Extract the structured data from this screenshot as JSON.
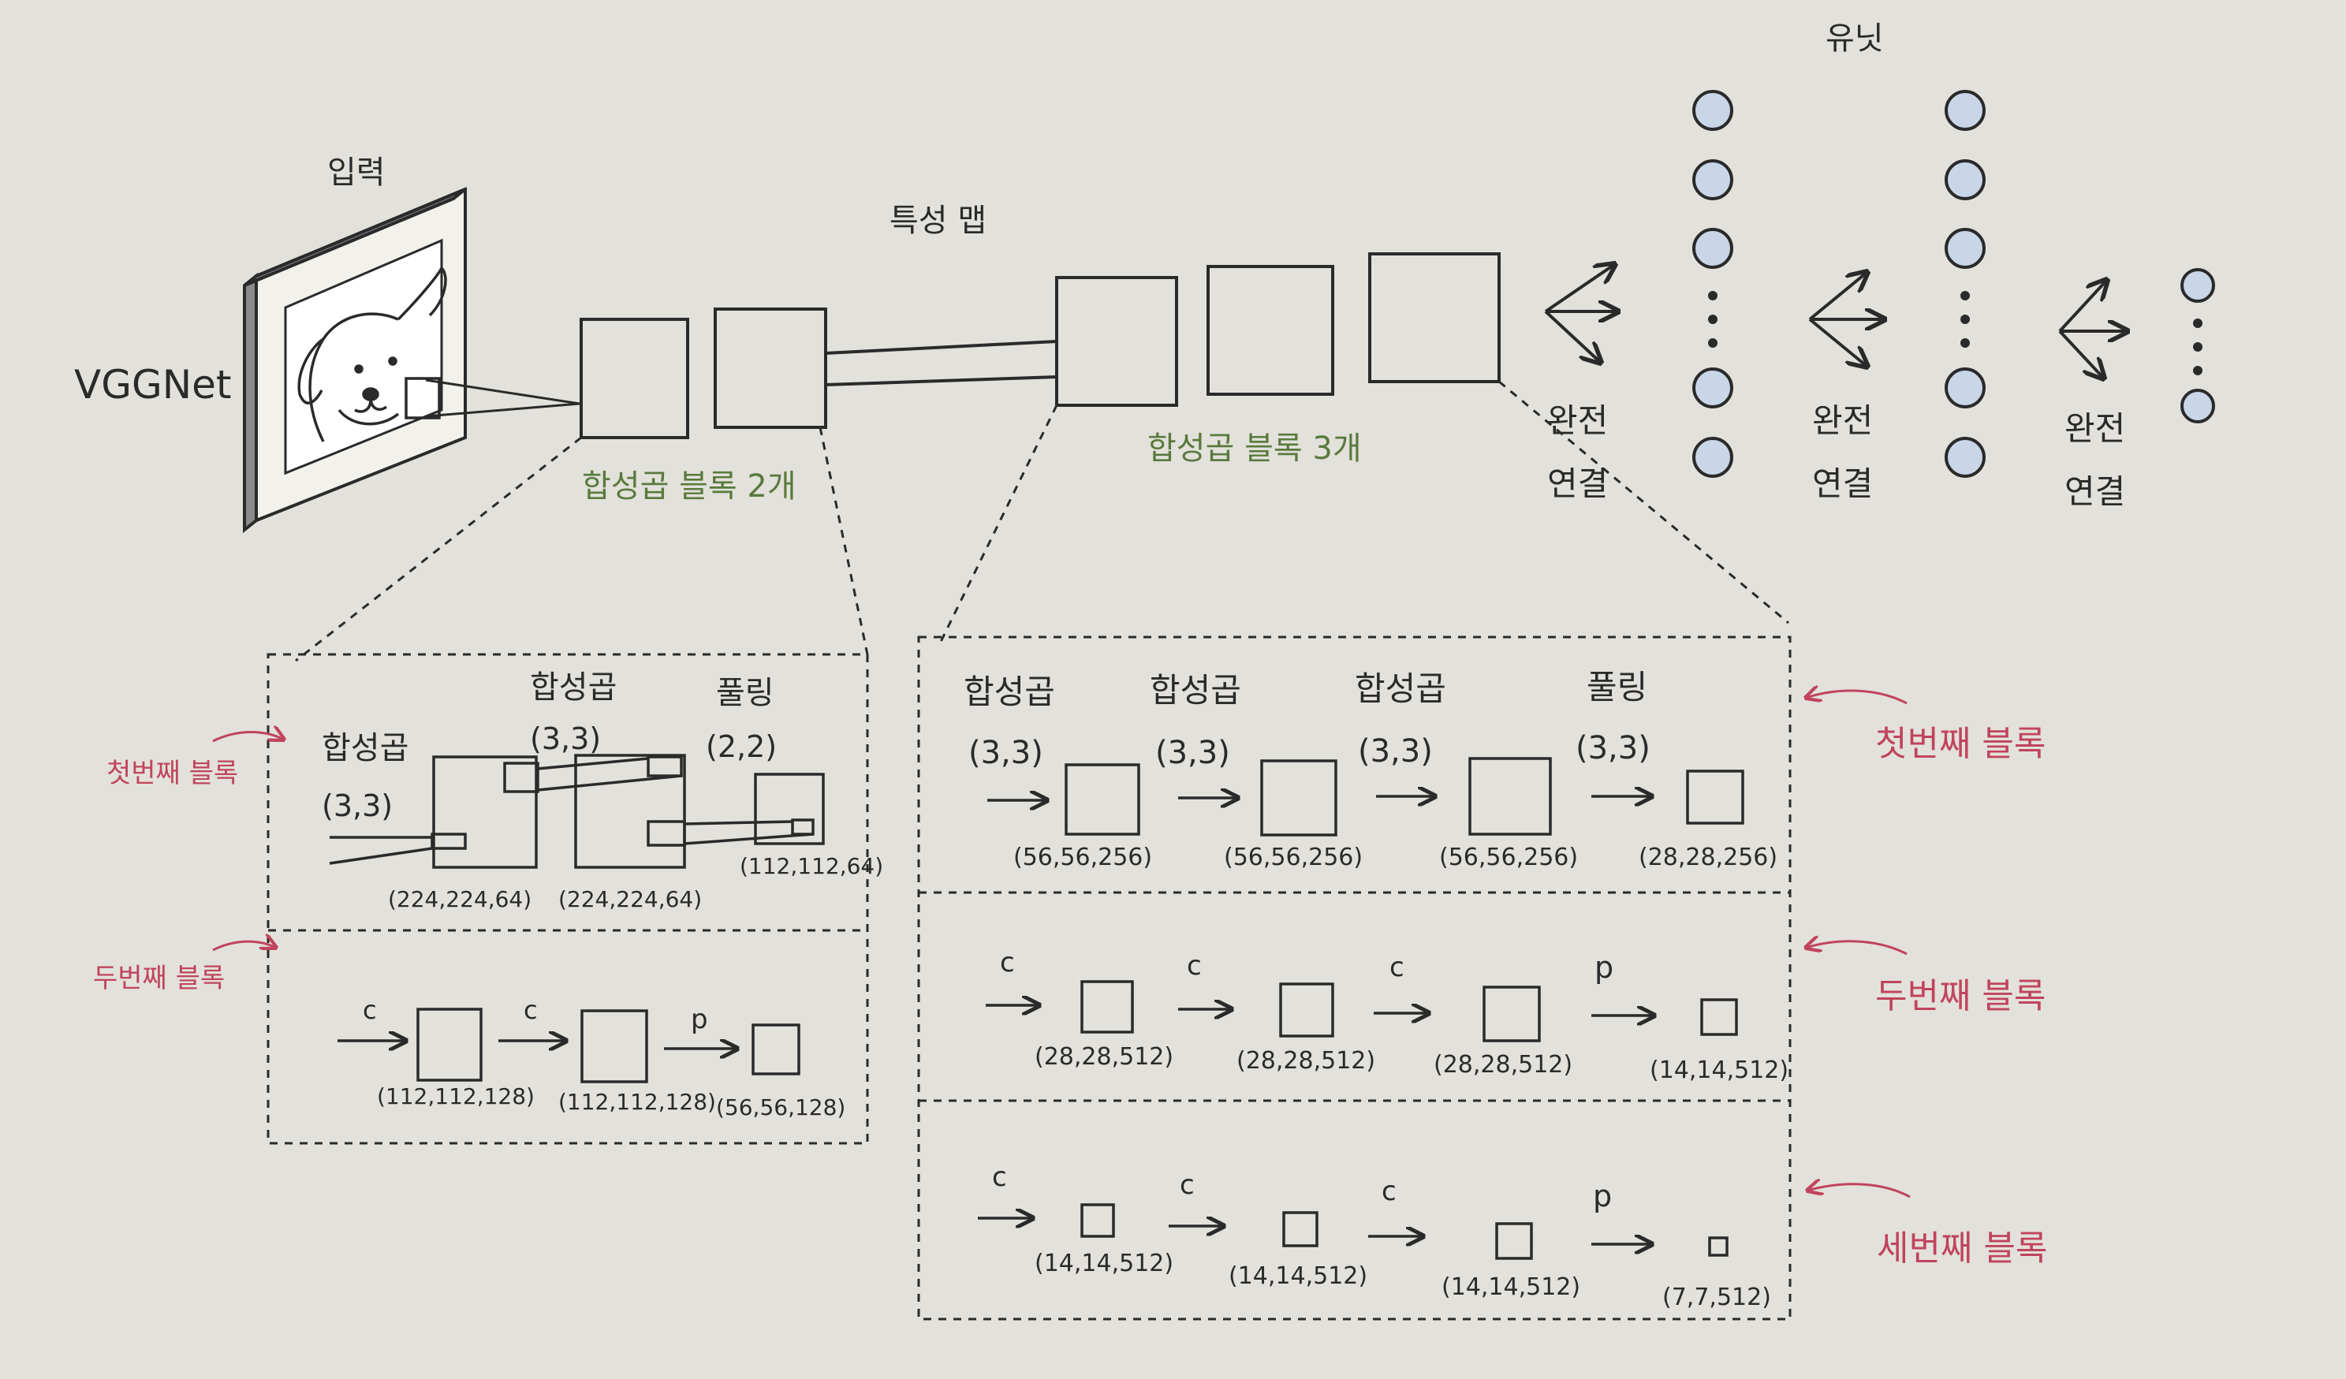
{
  "labels": {
    "input": "입력",
    "network": "VGGNet",
    "feature_map": "특성 맵",
    "conv_block_2": "합성곱 블록 2개",
    "conv_block_3": "합성곱 블록 3개",
    "unit": "유닛",
    "fc_line1": "완전",
    "fc_line2": "연결"
  },
  "left_detail": {
    "block1_label": "첫번째 블록",
    "block2_label": "두번째 블록",
    "block1": {
      "steps": [
        {
          "op": "합성곱",
          "kernel": "(3,3)",
          "shape": "(224,224,64)"
        },
        {
          "op": "합성곱",
          "kernel": "(3,3)",
          "shape": "(224,224,64)"
        },
        {
          "op": "풀링",
          "kernel": "(2,2)",
          "shape": "(112,112,64)"
        }
      ]
    },
    "block2": {
      "steps": [
        {
          "op": "c",
          "shape": "(112,112,128)"
        },
        {
          "op": "c",
          "shape": "(112,112,128)"
        },
        {
          "op": "p",
          "shape": "(56,56,128)"
        }
      ]
    }
  },
  "right_detail": {
    "block1_label": "첫번째 블록",
    "block2_label": "두번째 블록",
    "block3_label": "세번째 블록",
    "block1": {
      "steps": [
        {
          "op": "합성곱",
          "kernel": "(3,3)",
          "shape": "(56,56,256)"
        },
        {
          "op": "합성곱",
          "kernel": "(3,3)",
          "shape": "(56,56,256)"
        },
        {
          "op": "합성곱",
          "kernel": "(3,3)",
          "shape": "(56,56,256)"
        },
        {
          "op": "풀링",
          "kernel": "(3,3)",
          "shape": "(28,28,256)"
        }
      ]
    },
    "block2": {
      "steps": [
        {
          "op": "c",
          "shape": "(28,28,512)"
        },
        {
          "op": "c",
          "shape": "(28,28,512)"
        },
        {
          "op": "c",
          "shape": "(28,28,512)"
        },
        {
          "op": "p",
          "shape": "(14,14,512)"
        }
      ]
    },
    "block3": {
      "steps": [
        {
          "op": "c",
          "shape": "(14,14,512)"
        },
        {
          "op": "c",
          "shape": "(14,14,512)"
        },
        {
          "op": "c",
          "shape": "(14,14,512)"
        },
        {
          "op": "p",
          "shape": "(7,7,512)"
        }
      ]
    }
  },
  "colors": {
    "background": "#e3e1db",
    "ink": "#2a2a2a",
    "green_label": "#5a7a3c",
    "pink_label": "#c0445e",
    "unit_fill": "#c9d6e8"
  }
}
